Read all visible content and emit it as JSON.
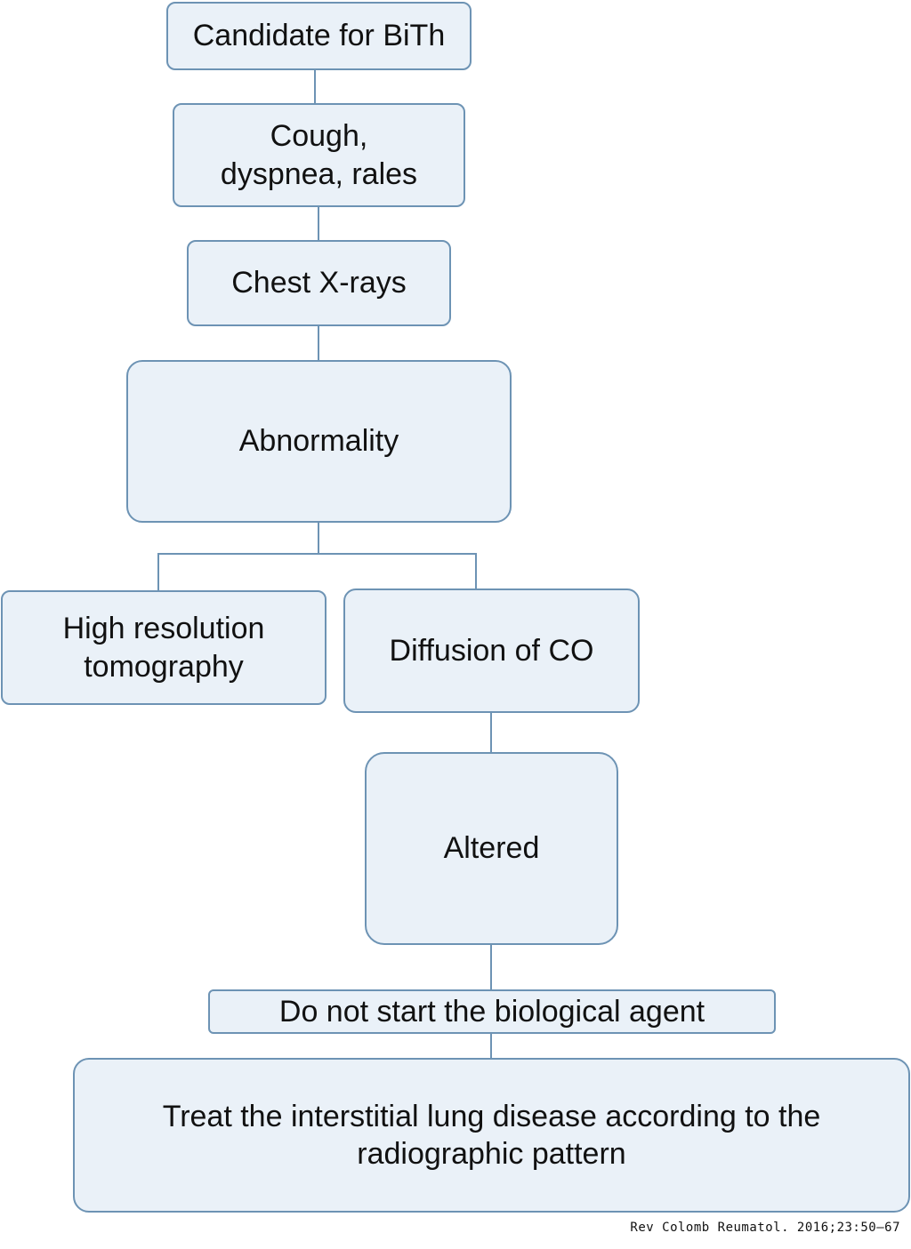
{
  "diagram": {
    "nodes": {
      "candidate": "Candidate for BiTh",
      "symptoms": "Cough, dyspnea, rales",
      "chest_xray": "Chest X-rays",
      "abnormality": "Abnormality",
      "hrct": "High resolution tomography",
      "dlco": "Diffusion of CO",
      "altered": "Altered",
      "do_not_start": "Do not start the biological agent",
      "treat": "Treat the interstitial lung disease according to the radiographic pattern"
    },
    "edges": [
      [
        "candidate",
        "symptoms"
      ],
      [
        "symptoms",
        "chest_xray"
      ],
      [
        "chest_xray",
        "abnormality"
      ],
      [
        "abnormality",
        "hrct"
      ],
      [
        "abnormality",
        "dlco"
      ],
      [
        "dlco",
        "altered"
      ],
      [
        "altered",
        "do_not_start"
      ],
      [
        "do_not_start",
        "treat"
      ]
    ],
    "colors": {
      "node_fill": "#eaf1f8",
      "node_border": "#6d93b4",
      "connector": "#6d93b4"
    }
  },
  "citation": "Rev Colomb Reumatol. 2016;23:50–67"
}
